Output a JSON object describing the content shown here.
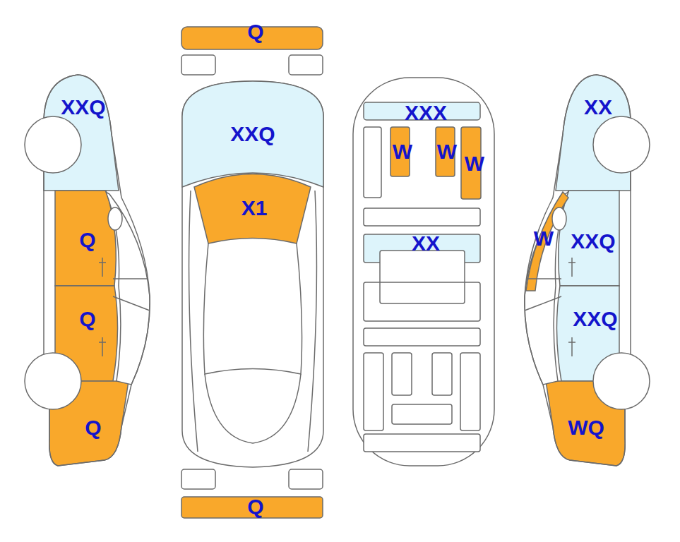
{
  "diagram": {
    "labels": [
      "Q",
      "XXQ",
      "XXQ",
      "XXX",
      "XX",
      "W",
      "W",
      "W",
      "X1",
      "W",
      "XXQ",
      "Q",
      "XX",
      "Q",
      "XXQ",
      "Q",
      "WQ",
      "Q"
    ]
  }
}
